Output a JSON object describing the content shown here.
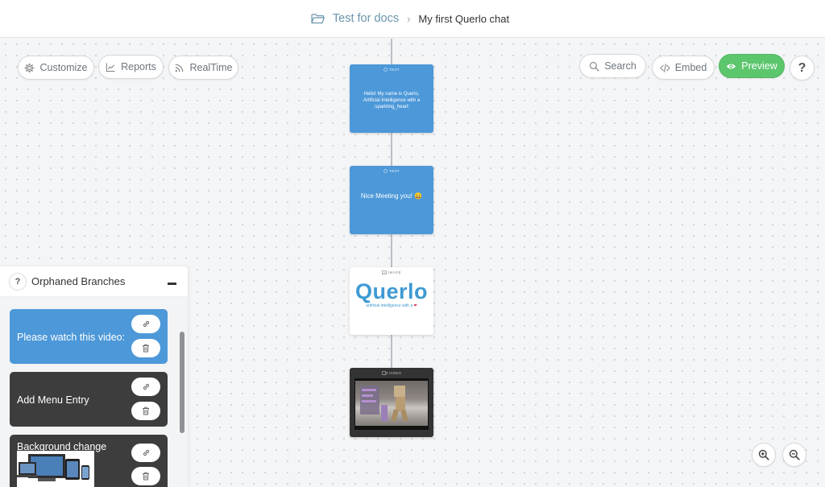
{
  "header": {
    "project": "Test for docs",
    "separator": "›",
    "chat_name": "My first Querlo chat"
  },
  "toolbar_left": {
    "customize": "Customize",
    "reports": "Reports",
    "realtime": "RealTime"
  },
  "toolbar_right": {
    "search": "Search",
    "embed": "Embed",
    "preview": "Preview",
    "help": "?"
  },
  "flow": {
    "nodes": [
      {
        "type": "TEXT",
        "text": "Hello! My name is Querlo, Artificial Intelligence with a :sparkling_heart:"
      },
      {
        "type": "TEXT",
        "text": "Nice Meeting you! 😀"
      },
      {
        "type": "IMAGE",
        "logo": "Querlo",
        "tagline": "artificial intelligence with a",
        "tagline_heart": "❤"
      },
      {
        "type": "VIDEO"
      }
    ]
  },
  "orphaned": {
    "help": "?",
    "title": "Orphaned Branches",
    "branches": [
      {
        "label": "Please watch this video:"
      },
      {
        "label": "Add Menu Entry"
      },
      {
        "label": "Background change"
      }
    ]
  },
  "colors": {
    "accent_blue": "#4c98d9",
    "preview_green": "#5bc66c",
    "dark_branch": "#3d3d3d"
  }
}
